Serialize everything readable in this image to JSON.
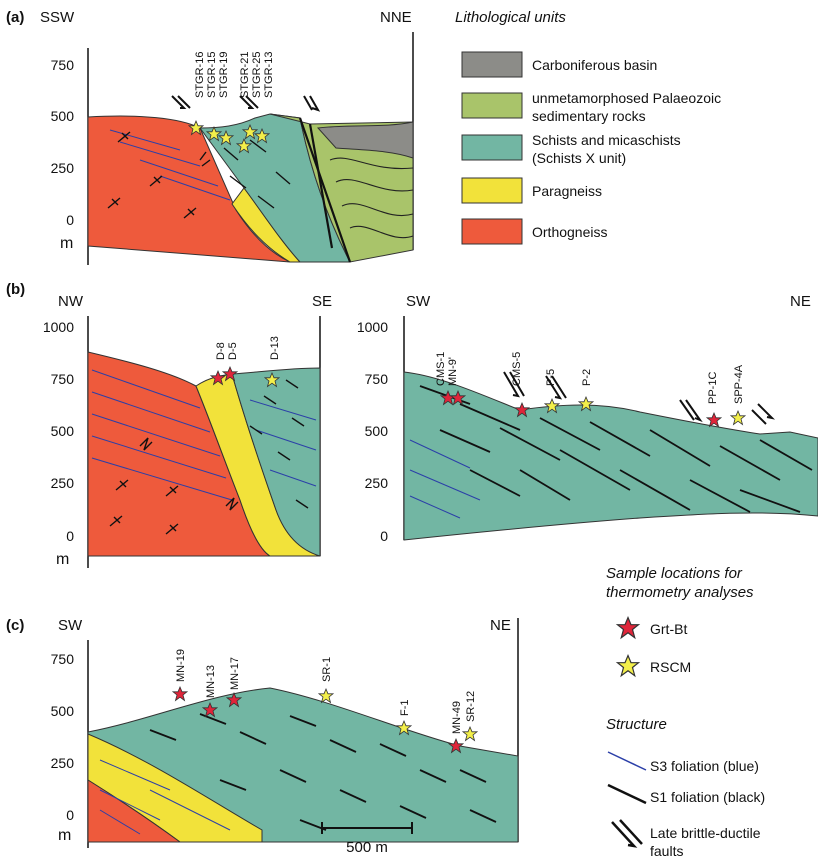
{
  "panels": {
    "a": {
      "label": "(a)",
      "dir_left": "SSW",
      "dir_right": "NNE",
      "ticks": [
        "750",
        "500",
        "250",
        "0"
      ],
      "unit": "m",
      "samples": [
        "STGR-16",
        "STGR-15",
        "STGR-19",
        "STGR-21",
        "STGR-25",
        "STGR-13"
      ]
    },
    "b": {
      "label": "(b)",
      "left": {
        "dir_left": "NW",
        "dir_right": "SE",
        "ticks": [
          "1000",
          "750",
          "500",
          "250",
          "0"
        ],
        "unit": "m",
        "samples": [
          "D-8",
          "D-5",
          "D-13"
        ]
      },
      "right": {
        "dir_left": "SW",
        "dir_right": "NE",
        "ticks": [
          "1000",
          "750",
          "500",
          "250",
          "0"
        ],
        "samples": [
          "CMS-1",
          "MN-9'",
          "CMS-5",
          "P-5",
          "P-2",
          "PP-1C",
          "SPP-4A"
        ]
      }
    },
    "c": {
      "label": "(c)",
      "dir_left": "SW",
      "dir_right": "NE",
      "ticks": [
        "750",
        "500",
        "250",
        "0"
      ],
      "unit": "m",
      "samples": [
        "MN-19",
        "MN-13",
        "MN-17",
        "SR-1",
        "F-1",
        "MN-49",
        "SR-12"
      ]
    }
  },
  "legend": {
    "lithology_title": "Lithological units",
    "units": [
      {
        "label": "Carboniferous basin",
        "color": "#8c8c88"
      },
      {
        "label": "unmetamorphosed Palaeozoic sedimentary rocks",
        "line1": "unmetamorphosed Palaeozoic",
        "line2": "sedimentary rocks",
        "color": "#a9c46a"
      },
      {
        "label": "Schists and micaschists (Schists X unit)",
        "line1": "Schists and micaschists",
        "line2": "(Schists X unit)",
        "color": "#72b6a3"
      },
      {
        "label": "Paragneiss",
        "color": "#f2e23a"
      },
      {
        "label": "Orthogneiss",
        "color": "#ee5a3c"
      }
    ],
    "sample_title_line1": "Sample locations for",
    "sample_title_line2": "thermometry analyses",
    "markers": [
      {
        "label": "Grt-Bt",
        "color": "#e0253a"
      },
      {
        "label": "RSCM",
        "color": "#f3ef4a"
      }
    ],
    "structure_title": "Structure",
    "structures": [
      {
        "label": "S3 foliation (blue)",
        "color": "#2b3fa8"
      },
      {
        "label": "S1 foliation (black)",
        "color": "#111111"
      },
      {
        "label": "Late brittle-ductile faults",
        "line1": "Late brittle-ductile",
        "line2": "faults",
        "color": "#111111"
      }
    ]
  },
  "scale_bar": {
    "label": "500 m"
  }
}
